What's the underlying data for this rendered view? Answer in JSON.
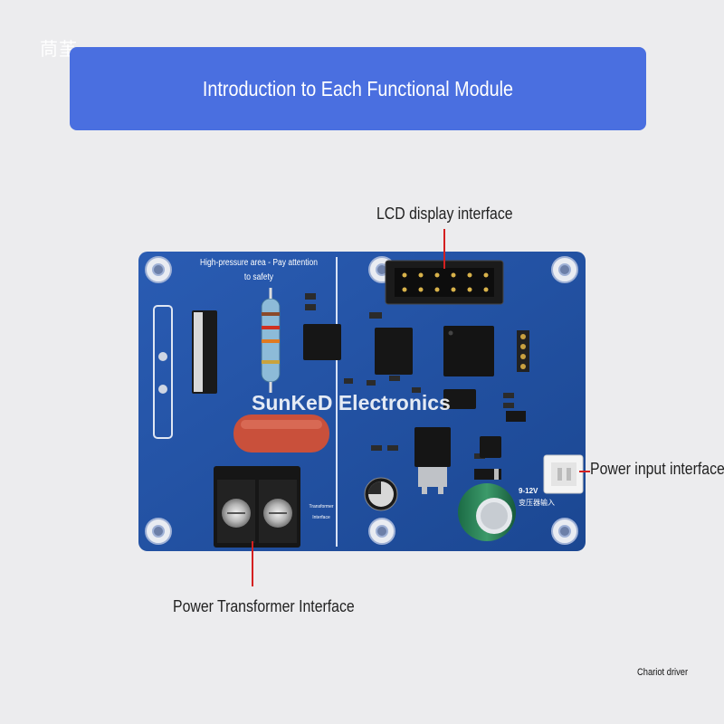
{
  "corner_logo": "茼茥",
  "banner": {
    "title": "Introduction to Each Functional Module"
  },
  "callouts": {
    "lcd": "LCD display interface",
    "power_input": "Power input interface",
    "transformer": "Power Transformer Interface"
  },
  "board": {
    "watermark": "SunKeD Electronics",
    "hv_note": "High-pressure area - Pay attention to safety",
    "transformer_note": "Transformer Interface",
    "voltage_label": "9-12V",
    "input_label_cn": "变压器输入",
    "pcb_color": "#1f4fa0"
  },
  "footer": {
    "text": "Chariot driver"
  },
  "colors": {
    "banner": "#4a6fe0",
    "leader_line": "#d42020",
    "background": "#ececee"
  }
}
